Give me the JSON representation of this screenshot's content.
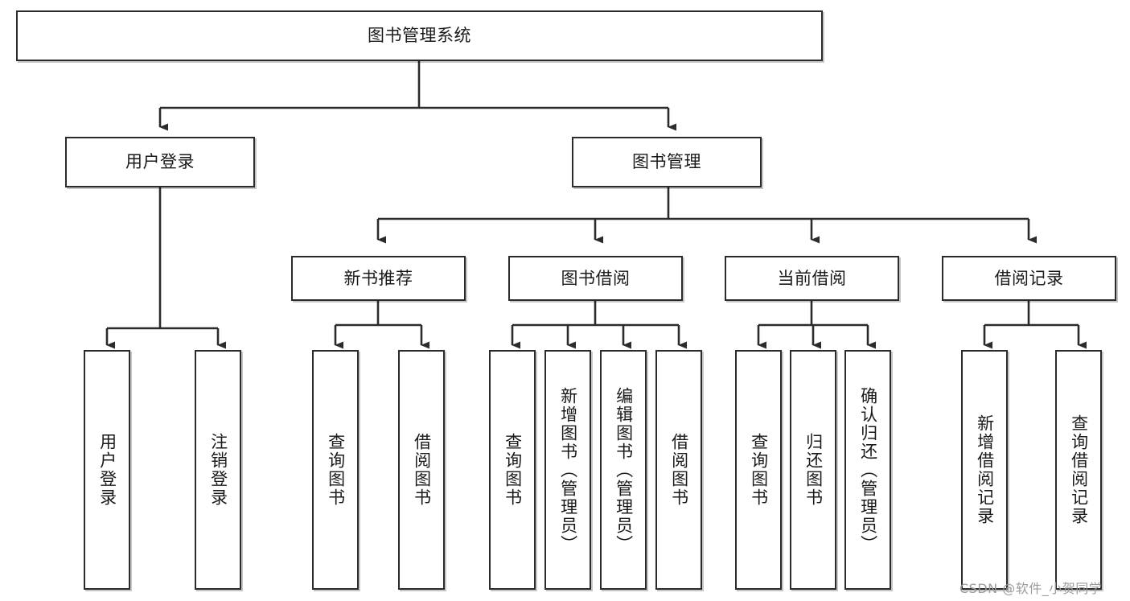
{
  "diagram": {
    "title": "图书管理系统",
    "type": "tree-hierarchy-diagram",
    "watermark": "CSDN @软件_小贺同学",
    "colors": {
      "box_border": "#2b2b2b",
      "box_fill": "#ffffff",
      "connector": "#2b2b2b",
      "text": "#1a1a1a",
      "watermark": "#9c9c9c",
      "background": "#ffffff"
    }
  },
  "nodes": {
    "root": {
      "label": "图书管理系统"
    },
    "level2": [
      {
        "id": "user-login",
        "label": "用户登录"
      },
      {
        "id": "book-manage",
        "label": "图书管理"
      }
    ],
    "level3": [
      {
        "id": "new-book-recommend",
        "label": "新书推荐"
      },
      {
        "id": "book-borrow",
        "label": "图书借阅"
      },
      {
        "id": "current-borrow",
        "label": "当前借阅"
      },
      {
        "id": "borrow-record",
        "label": "借阅记录"
      }
    ],
    "leaves": {
      "user-login": [
        {
          "id": "leaf-user-login",
          "label": "用户登录"
        },
        {
          "id": "leaf-logout-login",
          "label": "注销登录"
        }
      ],
      "new-book-recommend": [
        {
          "id": "leaf-query-book-1",
          "label": "查询图书"
        },
        {
          "id": "leaf-borrow-book-1",
          "label": "借阅图书"
        }
      ],
      "book-borrow": [
        {
          "id": "leaf-query-book-2",
          "label": "查询图书"
        },
        {
          "id": "leaf-add-book-admin",
          "label": "新增图书（管理员）"
        },
        {
          "id": "leaf-edit-book-admin",
          "label": "编辑图书（管理员）"
        },
        {
          "id": "leaf-borrow-book-2",
          "label": "借阅图书"
        }
      ],
      "current-borrow": [
        {
          "id": "leaf-query-book-3",
          "label": "查询图书"
        },
        {
          "id": "leaf-return-book",
          "label": "归还图书"
        },
        {
          "id": "leaf-confirm-return-admin",
          "label": "确认归还（管理员）"
        }
      ],
      "borrow-record": [
        {
          "id": "leaf-add-borrow-record",
          "label": "新增借阅记录"
        },
        {
          "id": "leaf-query-borrow-record",
          "label": "查询借阅记录"
        }
      ]
    }
  }
}
